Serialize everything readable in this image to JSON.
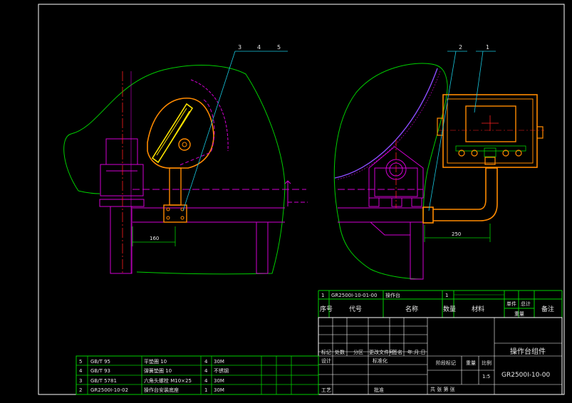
{
  "drawing": {
    "balloons": [
      "3",
      "4",
      "5",
      "2",
      "1"
    ],
    "dimensions": {
      "left": "160",
      "right": "250"
    }
  },
  "parts_table": {
    "row1": {
      "no": "1",
      "code": "GR2500Ⅰ-10-01-00",
      "name": "操作台",
      "qty": "1"
    },
    "header": {
      "seq": "序号",
      "code": "代号",
      "name": "名称",
      "qty": "数量",
      "material": "材料",
      "unit": "单件",
      "total": "总计",
      "weight": "重量",
      "remark": "备注"
    }
  },
  "title_block": {
    "part_title": "操作台组件",
    "drawing_no": "GR2500Ⅰ-10-00",
    "scale": "1:5",
    "labels": {
      "mark": "标记",
      "count": "处数",
      "zone": "分区",
      "change_doc": "更改文件号",
      "sign": "签名",
      "date": "年.月.日",
      "design": "设计",
      "standardize": "标准化",
      "stage_mark": "阶段标记",
      "weight": "重量",
      "ratio": "比例",
      "process": "工艺",
      "approve": "批准",
      "sheets": "共    张    第    张"
    }
  },
  "bom": [
    {
      "no": "5",
      "std": "GB/T 95",
      "name": "平垫圈 10",
      "qty": "4",
      "mat": "30M"
    },
    {
      "no": "4",
      "std": "GB/T 93",
      "name": "弹簧垫圈 10",
      "qty": "4",
      "mat": "不锈钢"
    },
    {
      "no": "3",
      "std": "GB/T 5781",
      "name": "六角头螺栓 M10×25",
      "qty": "4",
      "mat": "30M"
    },
    {
      "no": "2",
      "std": "GR2500Ⅰ-10-02",
      "name": "操作台安装底座",
      "qty": "1",
      "mat": "30M"
    }
  ],
  "colors": {
    "frame": "#ffffff",
    "green": "#00d000",
    "orange": "#ff8a00",
    "magenta": "#d200d2",
    "cyan": "#18c8e0",
    "red": "#ff2020",
    "yellow": "#ffe400",
    "violet": "#8c4cff"
  }
}
